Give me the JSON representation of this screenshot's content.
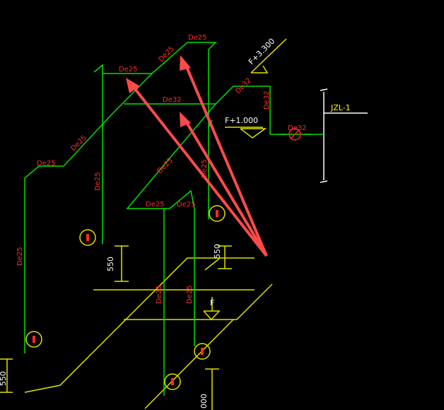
{
  "pipe_labels": {
    "top_de25": "De25",
    "diag_de25_top": "De25",
    "left_de25_top": "De25",
    "mid_de32": "De32",
    "right_de32_diag": "De32",
    "vert_de32_right": "De32",
    "left_diag_de25": "De25",
    "left_branch_de25": "De25",
    "left_vert_de25": "De25",
    "mid_vert_de25": "De25",
    "mid_diag_de25": "De25",
    "mid_vert_de25_b": "De25",
    "lower_left_de25": "De25",
    "lower_right_de25": "De25",
    "lower_vert_de25_a": "De25",
    "lower_vert_de25_b": "De25",
    "riser_de32": "De32"
  },
  "elevations": {
    "upper": "F+3.300",
    "mid": "F+1.000",
    "floor": "F"
  },
  "dimensions": {
    "dim_a": "550",
    "dim_b": "550",
    "dim_c": "550",
    "dim_d": "000"
  },
  "riser_tag": "JZL-1",
  "colors": {
    "pipe": "#00e000",
    "floor": "#e0e000",
    "label": "#ff2a2a",
    "arrow": "#ff4a4a",
    "riser": "#ffffff"
  }
}
